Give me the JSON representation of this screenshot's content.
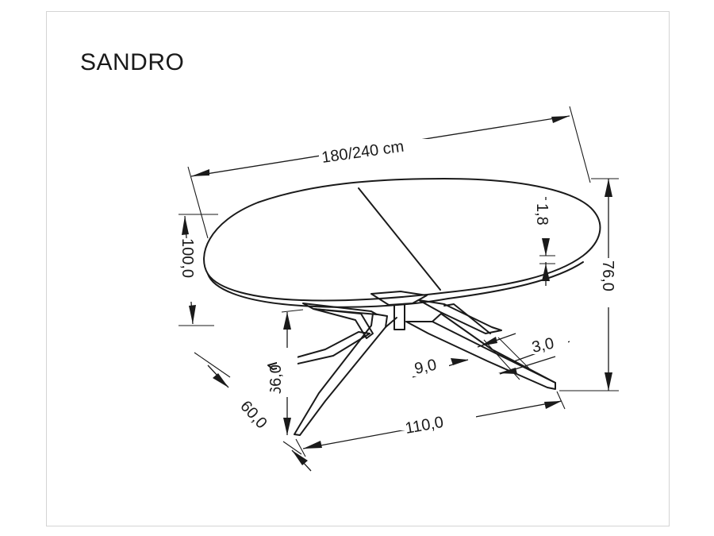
{
  "title": "SANDRO",
  "dimensions": {
    "length": "180/240 cm",
    "width": "100,0",
    "height": "76,0",
    "top_thickness": "1,8",
    "leg_clearance_height": "66,0",
    "base_depth": "60,0",
    "base_length": "110,0",
    "leg_width": "9,0",
    "leg_thickness": "3,0"
  }
}
